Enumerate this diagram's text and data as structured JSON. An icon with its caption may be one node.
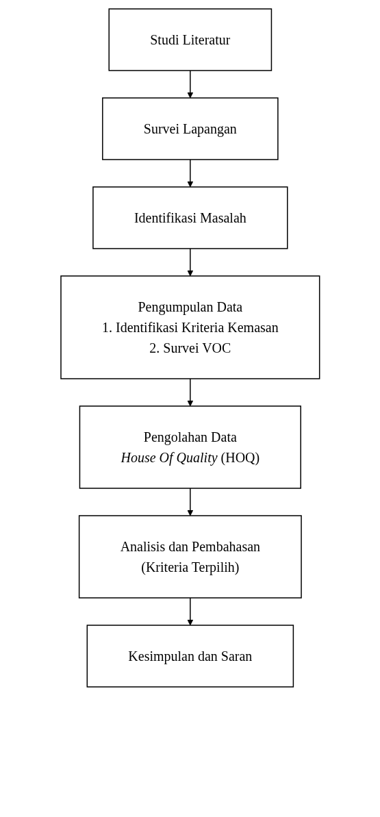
{
  "diagram": {
    "nodes": [
      {
        "text": [
          "Studi Literatur"
        ]
      },
      {
        "text": [
          "Survei Lapangan"
        ]
      },
      {
        "text": [
          "Identifikasi Masalah"
        ]
      },
      {
        "text": [
          "Pengumpulan Data",
          "1. Identifikasi Kriteria Kemasan",
          "2. Survei VOC"
        ]
      },
      {
        "text": [
          "Pengolahan Data",
          "*House Of Quality* (HOQ)"
        ]
      },
      {
        "text": [
          "Analisis dan Pembahasan",
          "(Kriteria Terpilih)"
        ]
      },
      {
        "text": [
          "Kesimpulan dan Saran"
        ]
      }
    ],
    "edges": [
      {
        "from": 0,
        "to": 1,
        "arrow": "to"
      },
      {
        "from": 1,
        "to": 2,
        "arrow": "to"
      },
      {
        "from": 2,
        "to": 3,
        "arrow": "to"
      },
      {
        "from": 3,
        "to": 4,
        "arrow": "to"
      },
      {
        "from": 4,
        "to": 5,
        "arrow": "to"
      },
      {
        "from": 5,
        "to": 6,
        "arrow": "to"
      }
    ]
  }
}
